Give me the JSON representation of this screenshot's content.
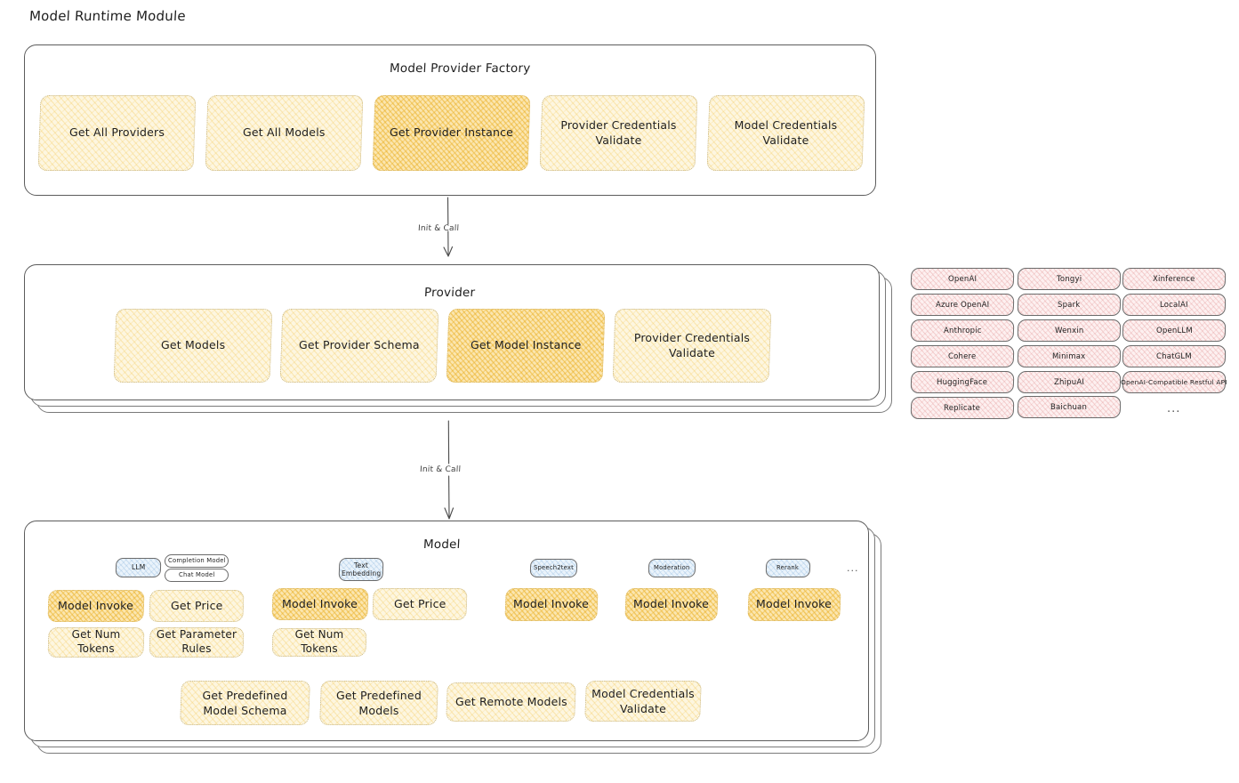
{
  "page": {
    "title": "Model Runtime Module"
  },
  "factory": {
    "title": "Model Provider Factory",
    "methods": [
      {
        "label": "Get All Providers",
        "highlight": false
      },
      {
        "label": "Get All Models",
        "highlight": false
      },
      {
        "label": "Get Provider Instance",
        "highlight": true
      },
      {
        "label": "Provider Credentials Validate",
        "highlight": false
      },
      {
        "label": "Model Credentials Validate",
        "highlight": false
      }
    ]
  },
  "arrows": [
    {
      "label": "Init & Call"
    },
    {
      "label": "Init & Call"
    }
  ],
  "provider": {
    "title": "Provider",
    "methods": [
      {
        "label": "Get Models",
        "highlight": false
      },
      {
        "label": "Get Provider Schema",
        "highlight": false
      },
      {
        "label": "Get Model Instance",
        "highlight": true
      },
      {
        "label": "Provider Credentials Validate",
        "highlight": false
      }
    ]
  },
  "provider_list": {
    "columns": [
      [
        "OpenAI",
        "Azure OpenAI",
        "Anthropic",
        "Cohere",
        "HuggingFace",
        "Replicate"
      ],
      [
        "Tongyi",
        "Spark",
        "Wenxin",
        "Minimax",
        "ZhipuAI",
        "Baichuan"
      ],
      [
        "Xinference",
        "LocalAI",
        "OpenLLM",
        "ChatGLM",
        "OpenAI-Compatible Restful API"
      ]
    ],
    "more": "..."
  },
  "model": {
    "title": "Model",
    "more": "...",
    "types": [
      {
        "badge": "LLM",
        "sub_badges": [
          "Completion Model",
          "Chat Model"
        ],
        "methods": [
          {
            "label": "Model Invoke",
            "highlight": true
          },
          {
            "label": "Get Price",
            "highlight": false
          },
          {
            "label": "Get Num Tokens",
            "highlight": false
          },
          {
            "label": "Get Parameter Rules",
            "highlight": false
          }
        ]
      },
      {
        "badge": "Text Embedding",
        "sub_badges": [],
        "methods": [
          {
            "label": "Model Invoke",
            "highlight": true
          },
          {
            "label": "Get Price",
            "highlight": false
          },
          {
            "label": "Get Num Tokens",
            "highlight": false
          }
        ]
      },
      {
        "badge": "Speech2text",
        "sub_badges": [],
        "methods": [
          {
            "label": "Model Invoke",
            "highlight": true
          }
        ]
      },
      {
        "badge": "Moderation",
        "sub_badges": [],
        "methods": [
          {
            "label": "Model Invoke",
            "highlight": true
          }
        ]
      },
      {
        "badge": "Rerank",
        "sub_badges": [],
        "methods": [
          {
            "label": "Model Invoke",
            "highlight": true
          }
        ]
      }
    ],
    "common_methods": [
      {
        "label": "Get Predefined Model Schema"
      },
      {
        "label": "Get Predefined Models"
      },
      {
        "label": "Get Remote Models"
      },
      {
        "label": "Model Credentials Validate"
      }
    ]
  },
  "colors": {
    "chip_fill": "#fdf6e0",
    "chip_highlight_fill": "#fbe6b0",
    "pill_fill": "#fdf0f0",
    "badge_fill": "#eaf3fb",
    "stroke": "#5c5c5c",
    "text": "#1e1e1e"
  }
}
